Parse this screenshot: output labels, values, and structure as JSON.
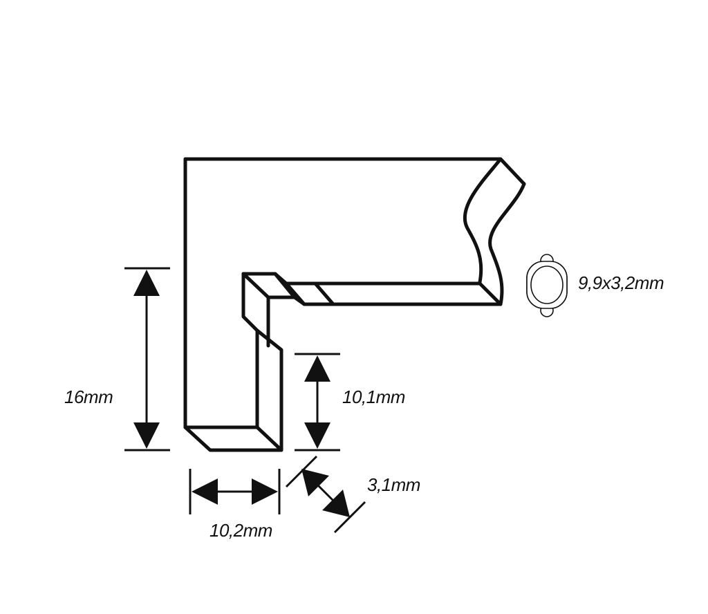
{
  "diagram": {
    "dimensions": {
      "frame_height": "16mm",
      "rebate_depth": "10,1mm",
      "frame_width": "10,2mm",
      "rebate_width": "3,1mm",
      "hanger_size": "9,9x3,2mm"
    },
    "icons": {
      "hanger": "sawtooth-hanger-icon"
    },
    "colors": {
      "line": "#111111",
      "background": "#ffffff"
    }
  }
}
